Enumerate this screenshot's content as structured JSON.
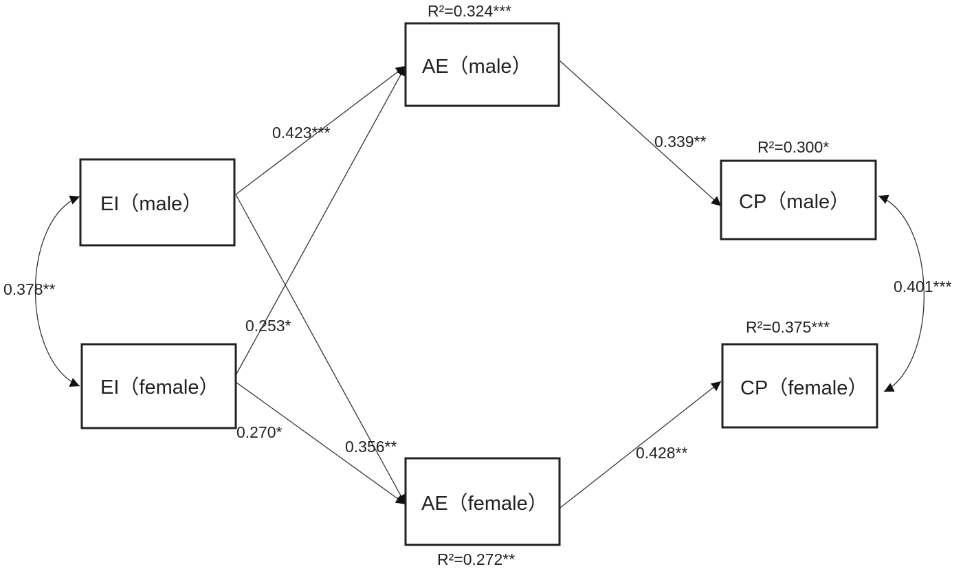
{
  "nodes": {
    "ei_male": "EI（male）",
    "ei_female": "EI（female）",
    "ae_male": "AE（male）",
    "ae_female": "AE（female）",
    "cp_male": "CP（male）",
    "cp_female": "CP（female）"
  },
  "r_squared": {
    "ae_male": "R²=0.324***",
    "ae_female": "R²=0.272**",
    "cp_male": "R²=0.300*",
    "cp_female": "R²=0.375***"
  },
  "paths": {
    "ei_male_to_ae_male": "0.423***",
    "ei_male_to_ae_female": "0.356**",
    "ei_female_to_ae_male": "0.253*",
    "ei_female_to_ae_female": "0.270*",
    "ae_male_to_cp_male": "0.339**",
    "ae_female_to_cp_female": "0.428**"
  },
  "covariances": {
    "ei_male_ei_female": "0.378**",
    "cp_male_cp_female": "0.401***"
  }
}
